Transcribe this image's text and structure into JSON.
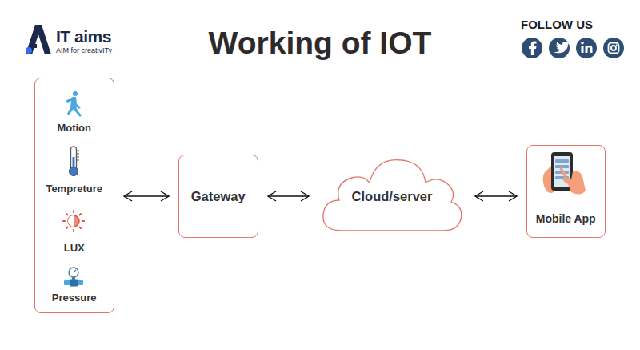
{
  "diagram": {
    "title": "Working of IOT",
    "nodes": [
      {
        "text": [
          "Motion",
          "Tempreture",
          "LUX",
          "Pressure"
        ]
      },
      {
        "text": [
          "Gateway"
        ]
      },
      {
        "text": [
          "Cloud/server"
        ]
      },
      {
        "text": [
          "Mobile App"
        ]
      }
    ],
    "edges": [
      {
        "from": 0,
        "to": 1,
        "arrow": "both"
      },
      {
        "from": 1,
        "to": 2,
        "arrow": "both"
      },
      {
        "from": 2,
        "to": 3,
        "arrow": "both"
      }
    ],
    "labels": [
      "IT aims",
      "AIM for creativITy",
      "FOLLOW US"
    ]
  }
}
